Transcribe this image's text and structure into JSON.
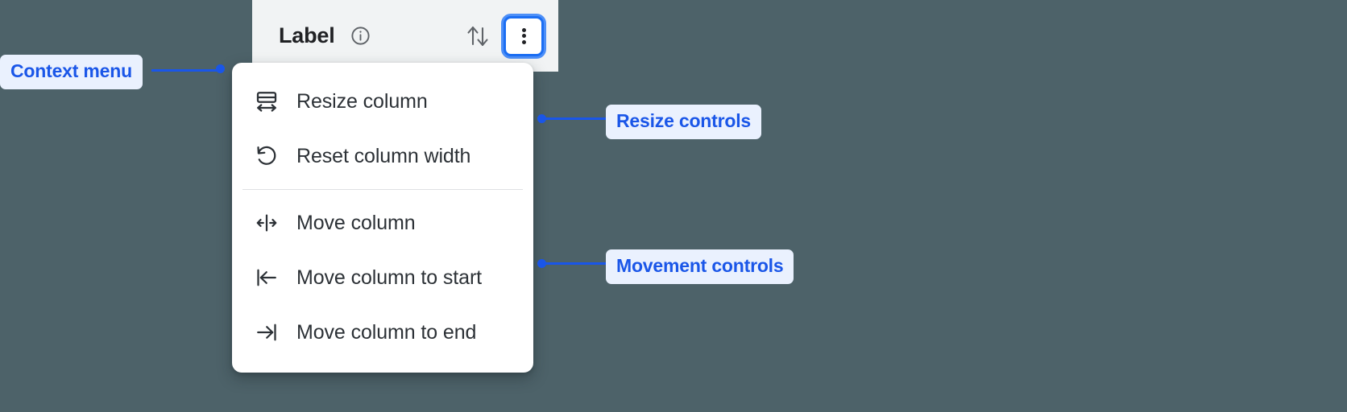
{
  "column_header": {
    "title": "Label",
    "info_icon": "info-circle-icon",
    "sort_icon": "sort-arrows-icon",
    "menu_button_icon": "kebab-menu-icon"
  },
  "context_menu": {
    "groups": [
      {
        "name": "resize",
        "items": [
          {
            "icon": "resize-column-icon",
            "label": "Resize column"
          },
          {
            "icon": "reset-width-icon",
            "label": "Reset column width"
          }
        ]
      },
      {
        "name": "movement",
        "items": [
          {
            "icon": "move-column-icon",
            "label": "Move column"
          },
          {
            "icon": "move-to-start-icon",
            "label": "Move column to start"
          },
          {
            "icon": "move-to-end-icon",
            "label": "Move column to end"
          }
        ]
      }
    ]
  },
  "annotations": [
    {
      "id": "context",
      "label": "Context menu"
    },
    {
      "id": "resize",
      "label": "Resize controls"
    },
    {
      "id": "movement",
      "label": "Movement controls"
    }
  ],
  "colors": {
    "background": "#4d6269",
    "header_surface": "#f1f3f4",
    "menu_surface": "#ffffff",
    "accent_blue": "#1a56e8",
    "focus_ring": "#4d8ff7",
    "annotation_pill_bg": "#eaf1fe",
    "text_primary": "#202124",
    "menu_text": "#2c3136"
  }
}
